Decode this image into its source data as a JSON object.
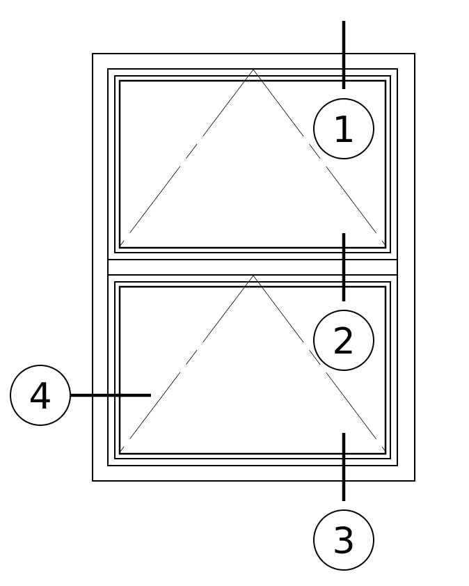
{
  "callouts": [
    {
      "label": "1"
    },
    {
      "label": "2"
    },
    {
      "label": "3"
    },
    {
      "label": "4"
    }
  ],
  "colors": {
    "ink": "#000000",
    "background": "#ffffff"
  }
}
